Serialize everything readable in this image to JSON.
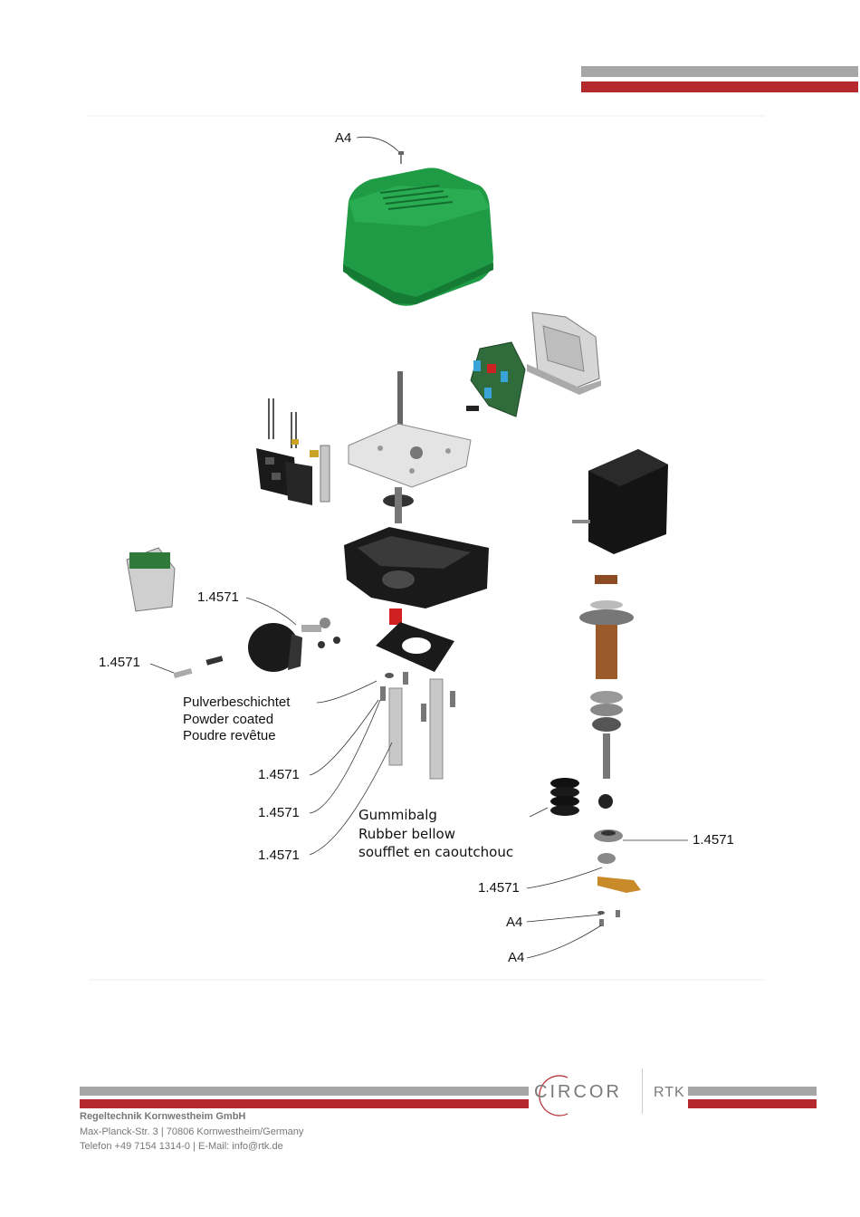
{
  "header": {
    "bar_gray": "#a6a6a6",
    "bar_red": "#b5282e"
  },
  "callouts": {
    "top_screw": "A4",
    "shaft_material": "1.4571",
    "pin_material": "1.4571",
    "coating_de": "Pulverbeschichtet",
    "coating_en": "Powder coated",
    "coating_fr": "Poudre revêtue",
    "washer_material": "1.4571",
    "screw_material": "1.4571",
    "column_material": "1.4571",
    "bellow_de": "Gummibalg",
    "bellow_en": "Rubber bellow",
    "bellow_fr": "soufflet en caoutchouc",
    "nut_material": "1.4571",
    "bushing_material": "1.4571",
    "washer_bottom": "A4",
    "screw_bottom": "A4"
  },
  "footer": {
    "company": "Regeltechnik Kornwestheim GmbH",
    "address": "Max-Planck-Str. 3 | 70806 Kornwestheim/Germany",
    "contact": "Telefon +49 7154 1314-0 | E-Mail: info@rtk.de",
    "brand_main": "CIRCOR",
    "brand_sub": "RTK"
  },
  "colors": {
    "cover_green": "#1f9a45",
    "housing_black": "#1a1a1a",
    "pcb_green": "#2f6b3b",
    "bronze": "#9a5a2b",
    "orange_plate": "#c98a2a"
  }
}
